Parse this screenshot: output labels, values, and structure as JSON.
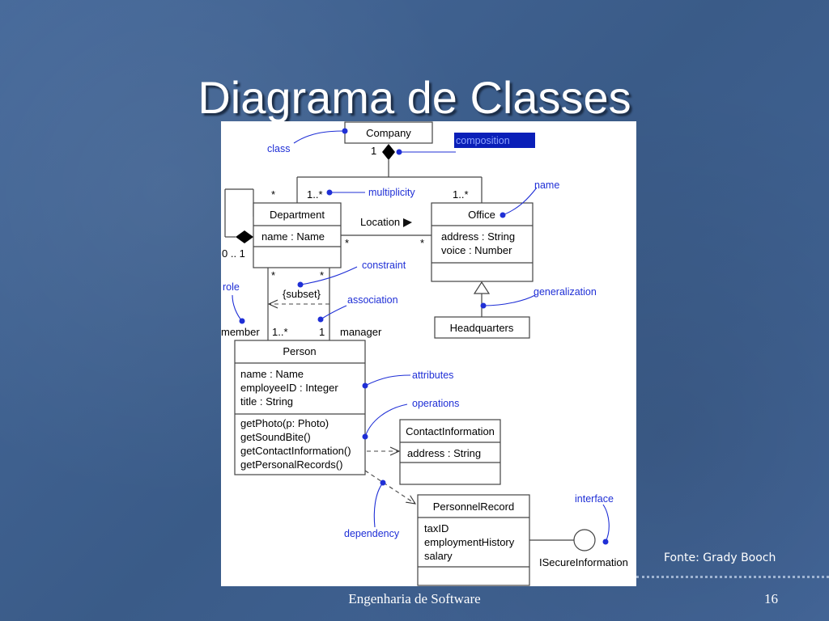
{
  "slide": {
    "title": "Diagrama de Classes",
    "source": "Fonte: Grady Booch",
    "footer": "Engenharia de Software",
    "page_number": "16"
  },
  "colors": {
    "background": "#3f6290",
    "note_blue": "#1f2fd6",
    "highlight": "#0a1fb8"
  },
  "classes": {
    "company": {
      "name": "Company"
    },
    "department": {
      "name": "Department",
      "attributes": [
        "name : Name"
      ]
    },
    "office": {
      "name": "Office",
      "attributes": [
        "address : String",
        "voice : Number"
      ]
    },
    "headquarters": {
      "name": "Headquarters"
    },
    "person": {
      "name": "Person",
      "attributes": [
        "name : Name",
        "employeeID : Integer",
        "title : String"
      ],
      "operations": [
        "getPhoto(p: Photo)",
        "getSoundBite()",
        "getContactInformation()",
        "getPersonalRecords()"
      ]
    },
    "contact_information": {
      "name": "ContactInformation",
      "attributes": [
        "address : String"
      ]
    },
    "personnel_record": {
      "name": "PersonnelRecord",
      "attributes": [
        "taxID",
        "employmentHistory",
        "salary"
      ]
    }
  },
  "interface": {
    "name": "ISecureInformation"
  },
  "multiplicities": {
    "company_one": "1",
    "company_dept": "1..*",
    "company_office": "1..*",
    "dept_self_many": "*",
    "dept_self_zero_one": "0 .. 1",
    "dept_location": "*",
    "office_location": "*",
    "dept_member": "*",
    "dept_manager": "*",
    "person_member": "1..*",
    "person_manager": "1"
  },
  "association_labels": {
    "location": "Location",
    "subset": "{subset}",
    "member": "member",
    "manager": "manager"
  },
  "notes": {
    "class": "class",
    "composition": "composition",
    "multiplicity": "multiplicity",
    "name": "name",
    "constraint": "constraint",
    "role": "role",
    "association": "association",
    "generalization": "generalization",
    "attributes": "attributes",
    "operations": "operations",
    "interface": "interface",
    "dependency": "dependency"
  }
}
